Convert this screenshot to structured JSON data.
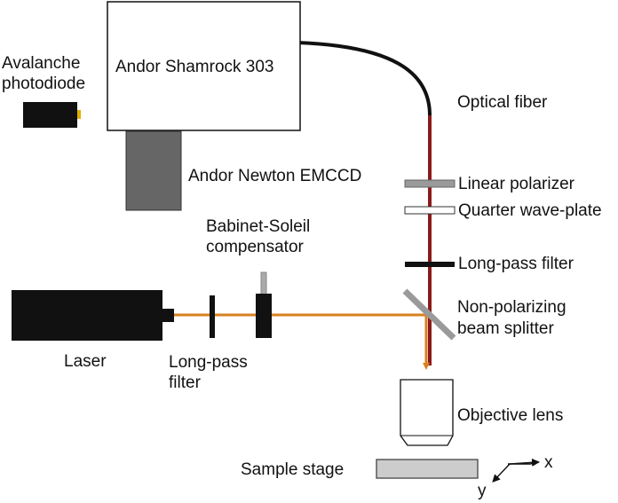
{
  "labels": {
    "apd": [
      "Avalanche",
      "photodiode"
    ],
    "spectrometer": "Andor Shamrock 303",
    "emccd": "Andor Newton EMCCD",
    "fiber": "Optical fiber",
    "polarizer": "Linear polarizer",
    "waveplate": "Quarter wave-plate",
    "longpass_right": "Long-pass filter",
    "compensator": [
      "Babinet-Soleil",
      "compensator"
    ],
    "beamsplitter": [
      "Non-polarizing",
      "beam splitter"
    ],
    "laser": "Laser",
    "longpass_bottom": [
      "Long-pass",
      "filter"
    ],
    "objective": "Objective lens",
    "stage": "Sample stage",
    "axis_x": "x",
    "axis_y": "y"
  },
  "colors": {
    "laser_beam": "#d9801f",
    "return_beam": "#8b1a1a",
    "fiber": "#111111",
    "filter_black": "#111111",
    "emccd": "#666666",
    "polarizer": "#9a9a9a",
    "stage": "#cccccc",
    "beamsplitter": "#9a9a9a",
    "apd_window": "#e0b000",
    "compensator_rod": "#aaaaaa"
  }
}
